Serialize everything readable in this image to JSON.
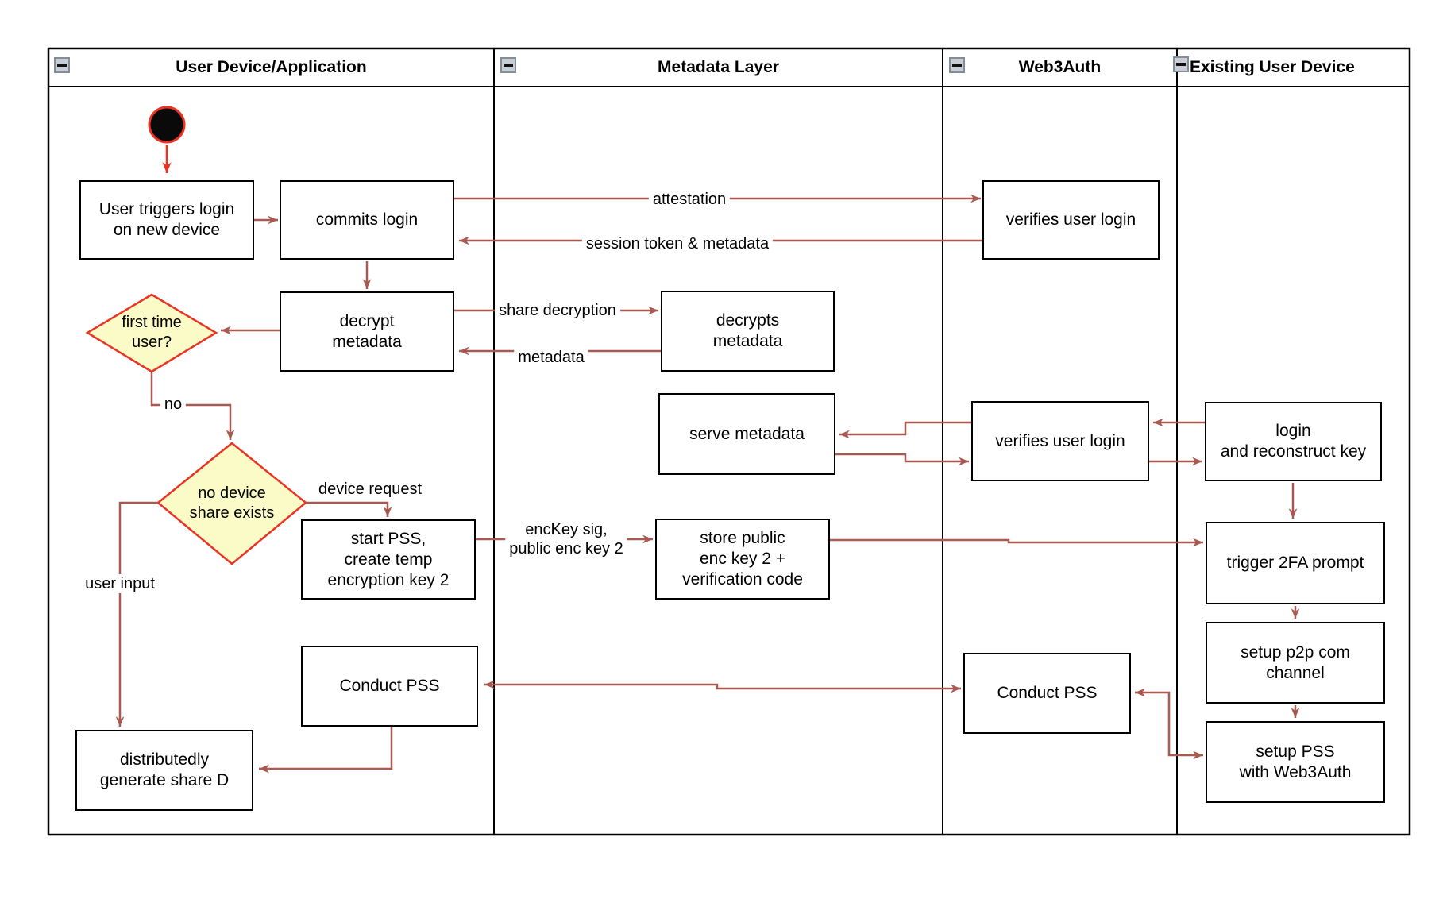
{
  "diagram": {
    "lanes": [
      {
        "title": "User Device/Application",
        "collapse_icon": "minus-icon"
      },
      {
        "title": "Metadata Layer",
        "collapse_icon": "minus-icon"
      },
      {
        "title": "Web3Auth",
        "collapse_icon": "minus-icon"
      },
      {
        "title": "Existing User Device",
        "collapse_icon": "minus-icon"
      }
    ],
    "nodes": {
      "user_triggers": {
        "label": "User triggers login\non new device"
      },
      "commits_login": {
        "label": "commits login"
      },
      "decrypt_metadata": {
        "label": "decrypt\nmetadata"
      },
      "first_time_user": {
        "label": "first time\nuser?"
      },
      "no_device_share": {
        "label": "no device\nshare exists"
      },
      "start_pss": {
        "label": "start PSS,\ncreate temp\nencryption key 2"
      },
      "conduct_pss_user": {
        "label": "Conduct PSS"
      },
      "distributedly_generate": {
        "label": "distributedly\ngenerate share D"
      },
      "decrypts_metadata": {
        "label": "decrypts\nmetadata"
      },
      "serve_metadata": {
        "label": "serve metadata"
      },
      "store_public": {
        "label": "store public\nenc key 2 +\nverification code"
      },
      "verifies_user_login_top": {
        "label": "verifies user login"
      },
      "verifies_user_login_mid": {
        "label": "verifies user login"
      },
      "conduct_pss_web3": {
        "label": "Conduct PSS"
      },
      "login_reconstruct": {
        "label": "login\nand reconstruct key"
      },
      "trigger_2fa": {
        "label": "trigger 2FA prompt"
      },
      "setup_p2p": {
        "label": "setup p2p com\nchannel"
      },
      "setup_pss": {
        "label": "setup PSS\nwith Web3Auth"
      }
    },
    "edge_labels": {
      "attestation": "attestation",
      "session_token": "session token & metadata",
      "share_decryption": "share decryption",
      "metadata": "metadata",
      "no": "no",
      "device_request": "device request",
      "user_input": "user input",
      "enckey": "encKey sig,\npublic enc key 2"
    },
    "colors": {
      "arrow": "#A85A52",
      "accent_red": "#EA3323",
      "diamond_fill": "#FBFBC8",
      "line": "#000000"
    }
  }
}
